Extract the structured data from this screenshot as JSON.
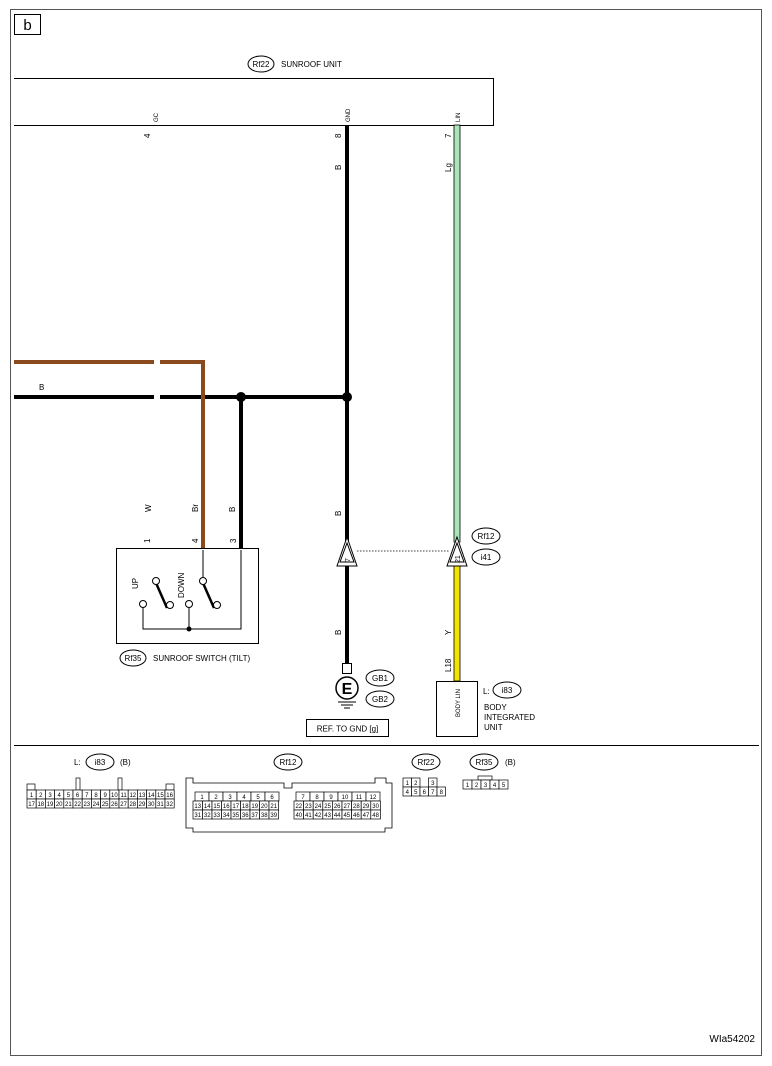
{
  "page": {
    "section_letter": "b",
    "figure_id": "WIa54202",
    "ref_to_gnd": "REF. TO GND [g]"
  },
  "sunroof_unit": {
    "connector": "Rf22",
    "name": "SUNROOF UNIT",
    "pins": [
      {
        "num": "4",
        "label": "GC"
      },
      {
        "num": "8",
        "label": "GND"
      },
      {
        "num": "7",
        "label": "LIN"
      }
    ]
  },
  "wires": {
    "gnd_color": "B",
    "lin_color": "Lg",
    "left_black": "B",
    "gnd_lower_upper": "B",
    "gnd_lower": "B",
    "lin_lower": "Y",
    "lin_code": "L18",
    "switch_pin1_color": "W",
    "switch_pin4_color": "Br",
    "switch_pin3_color": "B"
  },
  "colors": {
    "black": "#000000",
    "brown": "#8B4A1E",
    "light_green": "#A8E6B8",
    "yellow": "#F5E400"
  },
  "switch": {
    "connector": "Rf35",
    "name": "SUNROOF SWITCH (TILT)",
    "pins": [
      "1",
      "4",
      "3"
    ],
    "up_label": "UP",
    "down_label": "DOWN"
  },
  "joint_connectors": {
    "gnd_pin": "7",
    "lin_pin": "21",
    "upper": "Rf12",
    "lower": "i41"
  },
  "ground": {
    "symbol": "E",
    "labels": [
      "GB1",
      "GB2"
    ]
  },
  "body_unit": {
    "prefix": "L:",
    "connector": "i83",
    "inner_label": "BODY LIN",
    "name_lines": [
      "BODY",
      "INTEGRATED",
      "UNIT"
    ]
  },
  "connector_views": {
    "i83": {
      "prefix": "L:",
      "id": "i83",
      "suffix": "(B)",
      "row1": [
        "1",
        "2",
        "3",
        "4",
        "5",
        "6",
        "7",
        "8",
        "9",
        "10",
        "11",
        "12",
        "13",
        "14",
        "15",
        "16"
      ],
      "row2": [
        "17",
        "18",
        "19",
        "20",
        "21",
        "22",
        "23",
        "24",
        "25",
        "26",
        "27",
        "28",
        "29",
        "30",
        "31",
        "32"
      ]
    },
    "rf12": {
      "id": "Rf12",
      "left_row1": [
        "1",
        "2",
        "3",
        "4",
        "5",
        "6"
      ],
      "left_row2": [
        "13",
        "14",
        "15",
        "16",
        "17",
        "18",
        "19",
        "20",
        "21"
      ],
      "left_row3": [
        "31",
        "32",
        "33",
        "34",
        "35",
        "36",
        "37",
        "38",
        "39"
      ],
      "right_row1": [
        "7",
        "8",
        "9",
        "10",
        "11",
        "12"
      ],
      "right_row2": [
        "22",
        "23",
        "24",
        "25",
        "26",
        "27",
        "28",
        "29",
        "30"
      ],
      "right_row3": [
        "40",
        "41",
        "42",
        "43",
        "44",
        "45",
        "46",
        "47",
        "48"
      ]
    },
    "rf22": {
      "id": "Rf22",
      "row1": [
        "1",
        "2",
        "",
        "3"
      ],
      "row2": [
        "4",
        "5",
        "6",
        "7",
        "8"
      ]
    },
    "rf35": {
      "id": "Rf35",
      "suffix": "(B)",
      "row1": [
        "1",
        "2",
        "3",
        "4",
        "5"
      ]
    }
  }
}
